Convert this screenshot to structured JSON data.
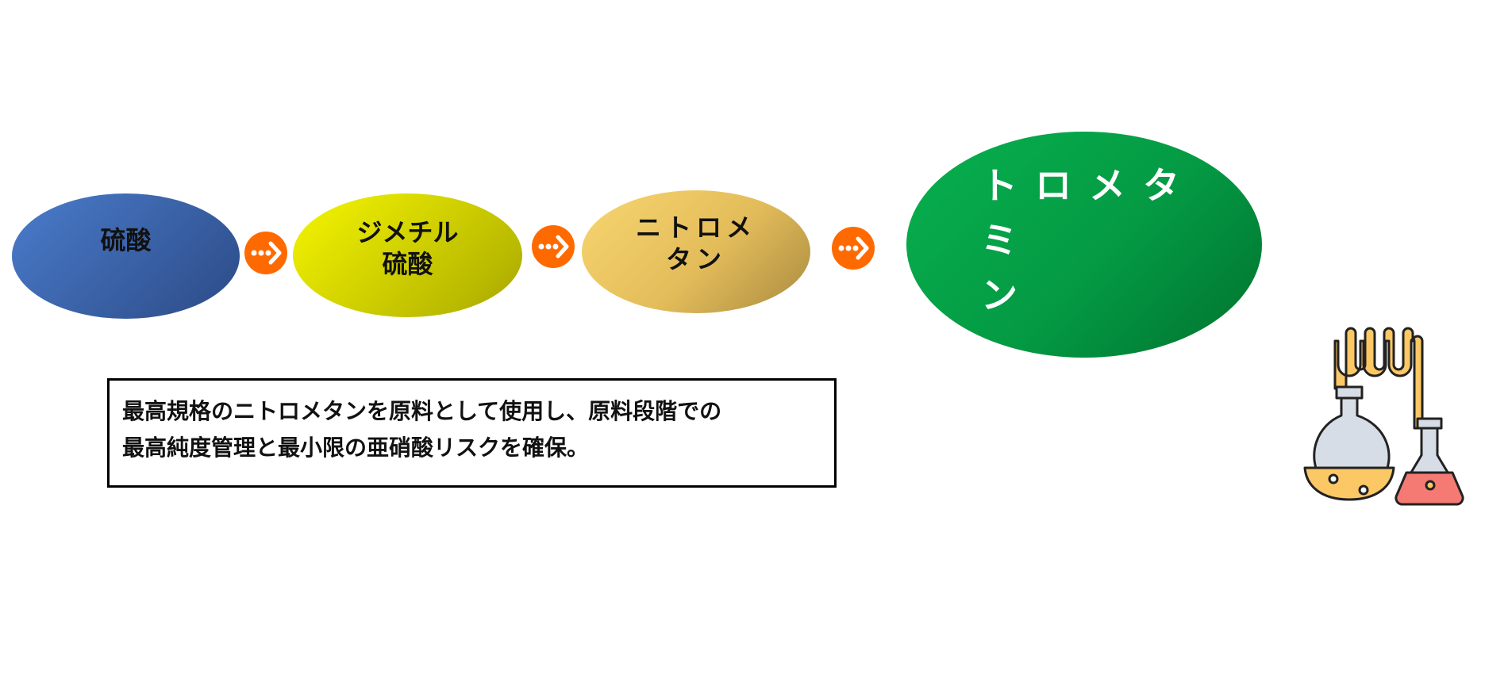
{
  "steps": [
    {
      "label": "硫酸",
      "color": "#3f6fb8"
    },
    {
      "label": "ジメチル\n硫酸",
      "color": "#e0e000"
    },
    {
      "label": "ニトロメ\nタン",
      "color": "#e6bf5e"
    },
    {
      "label": "トロメタミ\nン",
      "color": "#03a045"
    }
  ],
  "arrow_color": "#ff6a00",
  "description": {
    "line1": "最高規格のニトロメタンを原料として使用し、原料段階での",
    "line2": "最高純度管理と最小限の亜硝酸リスクを確保。"
  },
  "icon": "chemistry-flask-icon"
}
